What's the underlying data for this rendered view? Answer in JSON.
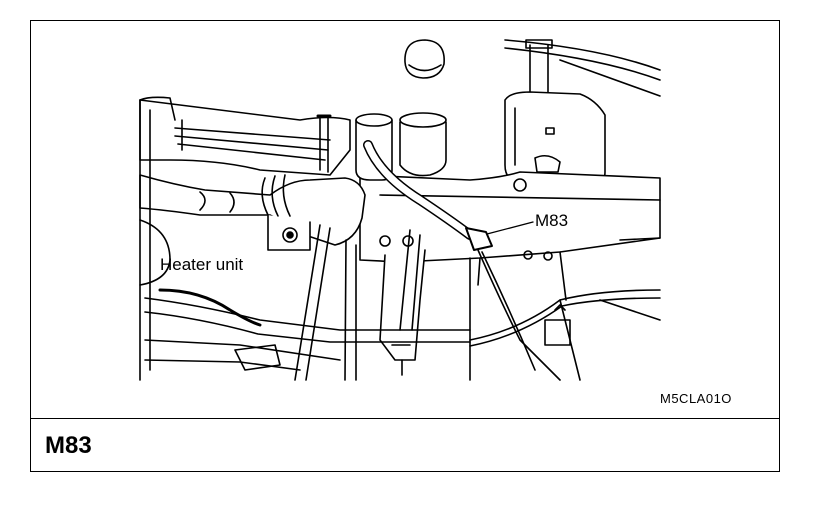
{
  "figure": {
    "labels": {
      "heater_unit": "Heater unit",
      "connector": "M83"
    },
    "reference_code": "M5CLA01O",
    "section_title": "M83"
  }
}
